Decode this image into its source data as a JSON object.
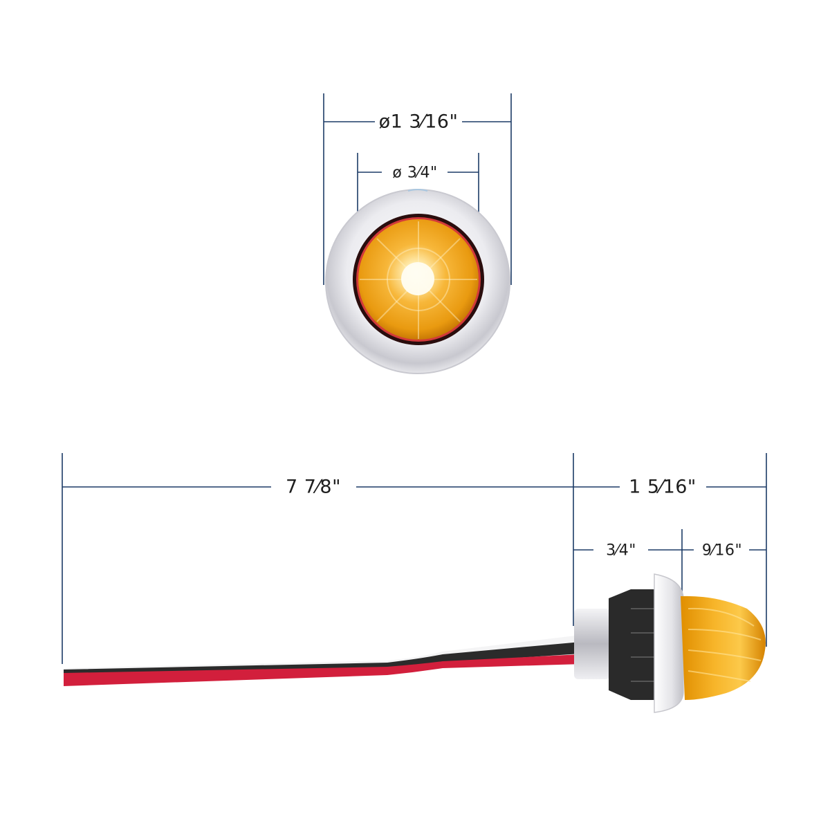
{
  "colors": {
    "dimension_line": "#1b3a66",
    "lens_amber": "#f2a20c",
    "lens_glow": "#fff4d6",
    "chrome": "#d9d9de",
    "grommet": "#2a2a2a",
    "wire_red": "#d21f3c",
    "wire_black": "#2b2b2b",
    "background": "#ffffff"
  },
  "front_view": {
    "outer_diameter_label": "ø1 3⁄16\"",
    "lens_diameter_label": "ø 3⁄4\""
  },
  "side_view": {
    "wire_length_label": "7 7⁄8\"",
    "overall_depth_label": "1 5⁄16\"",
    "rear_depth_label": "3⁄4\"",
    "lens_projection_label": "9⁄16\""
  }
}
